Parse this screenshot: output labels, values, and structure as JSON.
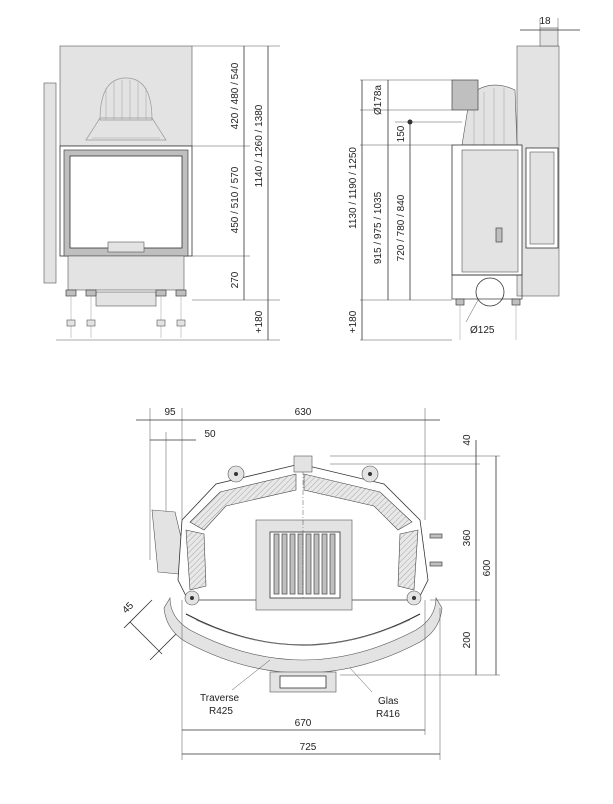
{
  "front_view": {
    "dims_inner": [
      "420 / 480 / 540",
      "450 / 510 / 570",
      "270"
    ],
    "dims_outer": [
      "1140 / 1260 / 1380",
      "+180"
    ]
  },
  "side_view": {
    "top_width": "18",
    "dims_a": [
      "Ø178a",
      "915 / 975 / 1035",
      "720 / 780 / 840"
    ],
    "dims_b": [
      "1130 / 1190 / 1250",
      "+180"
    ],
    "dim_150": "150",
    "dim_125": "Ø125"
  },
  "plan_view": {
    "top_dims": [
      "95",
      "630",
      "50"
    ],
    "right_dims": [
      "40",
      "360",
      "600",
      "200"
    ],
    "angle": "45",
    "bottom_dims": [
      "670",
      "725"
    ],
    "labels": {
      "traverse": "Traverse",
      "r425": "R425",
      "glas": "Glas",
      "r416": "R416"
    }
  }
}
